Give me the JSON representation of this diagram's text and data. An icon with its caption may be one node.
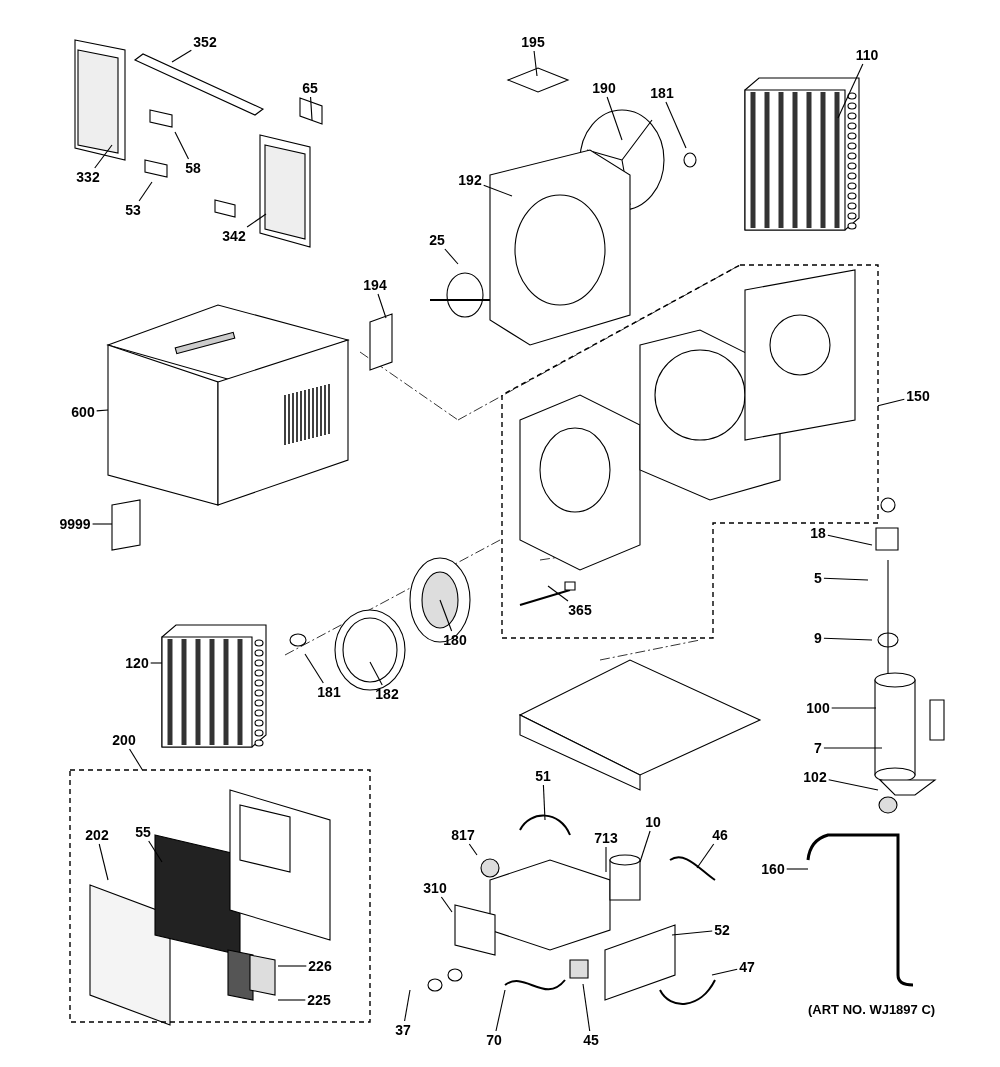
{
  "diagram": {
    "nodes": [
      {
        "text": [
          "352"
        ]
      },
      {
        "text": [
          "65"
        ]
      },
      {
        "text": [
          "195"
        ]
      },
      {
        "text": [
          "181"
        ]
      },
      {
        "text": [
          "190"
        ]
      },
      {
        "text": [
          "110"
        ]
      },
      {
        "text": [
          "332"
        ]
      },
      {
        "text": [
          "58"
        ]
      },
      {
        "text": [
          "192"
        ]
      },
      {
        "text": [
          "53"
        ]
      },
      {
        "text": [
          "342"
        ]
      },
      {
        "text": [
          "25"
        ]
      },
      {
        "text": [
          "194"
        ]
      },
      {
        "text": [
          "600"
        ]
      },
      {
        "text": [
          "150"
        ]
      },
      {
        "text": [],
        "shape": "box"
      },
      {
        "text": [
          "9999"
        ]
      },
      {
        "text": [
          "18"
        ]
      },
      {
        "text": [
          "5"
        ]
      },
      {
        "text": [
          "365"
        ],
        "in": 15
      },
      {
        "text": [
          "9"
        ]
      },
      {
        "text": [
          "180"
        ]
      },
      {
        "text": [
          "120"
        ]
      },
      {
        "text": [
          "181"
        ]
      },
      {
        "text": [
          "182"
        ]
      },
      {
        "text": [
          "100"
        ]
      },
      {
        "text": [
          "200"
        ]
      },
      {
        "text": [
          "7"
        ]
      },
      {
        "text": [],
        "shape": "box"
      },
      {
        "text": [
          "51"
        ]
      },
      {
        "text": [
          "102"
        ]
      },
      {
        "text": [
          "10"
        ]
      },
      {
        "text": [
          "713"
        ]
      },
      {
        "text": [
          "55"
        ],
        "in": 28
      },
      {
        "text": [
          "202"
        ],
        "in": 28
      },
      {
        "text": [
          "817"
        ]
      },
      {
        "text": [
          "46"
        ]
      },
      {
        "text": [
          "160"
        ]
      },
      {
        "text": [
          "310"
        ]
      },
      {
        "text": [
          "52"
        ]
      },
      {
        "text": [
          "226"
        ],
        "in": 28
      },
      {
        "text": [
          "47"
        ]
      },
      {
        "text": [
          "225"
        ],
        "in": 28
      },
      {
        "text": [
          "37"
        ]
      },
      {
        "text": [
          "70"
        ]
      },
      {
        "text": [
          "45"
        ]
      }
    ],
    "edges": [
      {
        "from": 0,
        "to": null,
        "arrow": "none"
      },
      {
        "from": 1,
        "to": null,
        "arrow": "none"
      },
      {
        "from": 2,
        "to": null,
        "arrow": "none"
      },
      {
        "from": 3,
        "to": null,
        "arrow": "none"
      },
      {
        "from": 4,
        "to": null,
        "arrow": "none"
      },
      {
        "from": 5,
        "to": null,
        "arrow": "none"
      },
      {
        "from": 6,
        "to": null,
        "arrow": "none"
      },
      {
        "from": 7,
        "to": null,
        "arrow": "none"
      },
      {
        "from": 8,
        "to": null,
        "arrow": "none"
      },
      {
        "from": 9,
        "to": null,
        "arrow": "none"
      },
      {
        "from": 10,
        "to": null,
        "arrow": "none"
      },
      {
        "from": 11,
        "to": null,
        "arrow": "none"
      },
      {
        "from": 12,
        "to": null,
        "arrow": "none"
      },
      {
        "from": 13,
        "to": null,
        "arrow": "none"
      },
      {
        "from": 14,
        "to": 15,
        "arrow": "none"
      },
      {
        "from": 16,
        "to": null,
        "arrow": "none"
      },
      {
        "from": 17,
        "to": null,
        "arrow": "none"
      },
      {
        "from": 18,
        "to": null,
        "arrow": "none"
      },
      {
        "from": 19,
        "to": null,
        "arrow": "none"
      },
      {
        "from": 20,
        "to": null,
        "arrow": "none"
      },
      {
        "from": 21,
        "to": null,
        "arrow": "none"
      },
      {
        "from": 22,
        "to": null,
        "arrow": "none"
      },
      {
        "from": 23,
        "to": null,
        "arrow": "none"
      },
      {
        "from": 24,
        "to": null,
        "arrow": "none"
      },
      {
        "from": 25,
        "to": null,
        "arrow": "none"
      },
      {
        "from": 26,
        "to": 28,
        "arrow": "none"
      },
      {
        "from": 27,
        "to": null,
        "arrow": "none"
      },
      {
        "from": 29,
        "to": null,
        "arrow": "none"
      },
      {
        "from": 30,
        "to": null,
        "arrow": "none"
      },
      {
        "from": 31,
        "to": null,
        "arrow": "none"
      },
      {
        "from": 32,
        "to": null,
        "arrow": "none"
      },
      {
        "from": 33,
        "to": null,
        "arrow": "none"
      },
      {
        "from": 34,
        "to": null,
        "arrow": "none"
      },
      {
        "from": 35,
        "to": null,
        "arrow": "none"
      },
      {
        "from": 36,
        "to": null,
        "arrow": "none"
      },
      {
        "from": 37,
        "to": null,
        "arrow": "none"
      },
      {
        "from": 38,
        "to": null,
        "arrow": "none"
      },
      {
        "from": 39,
        "to": null,
        "arrow": "none"
      },
      {
        "from": 40,
        "to": null,
        "arrow": "none"
      },
      {
        "from": 41,
        "to": null,
        "arrow": "none"
      },
      {
        "from": 42,
        "to": null,
        "arrow": "none"
      },
      {
        "from": 43,
        "to": null,
        "arrow": "none"
      },
      {
        "from": 44,
        "to": null,
        "arrow": "none"
      },
      {
        "from": 45,
        "to": null,
        "arrow": "none"
      }
    ],
    "labels": [
      "(ART NO. WJ1897 C)"
    ]
  }
}
